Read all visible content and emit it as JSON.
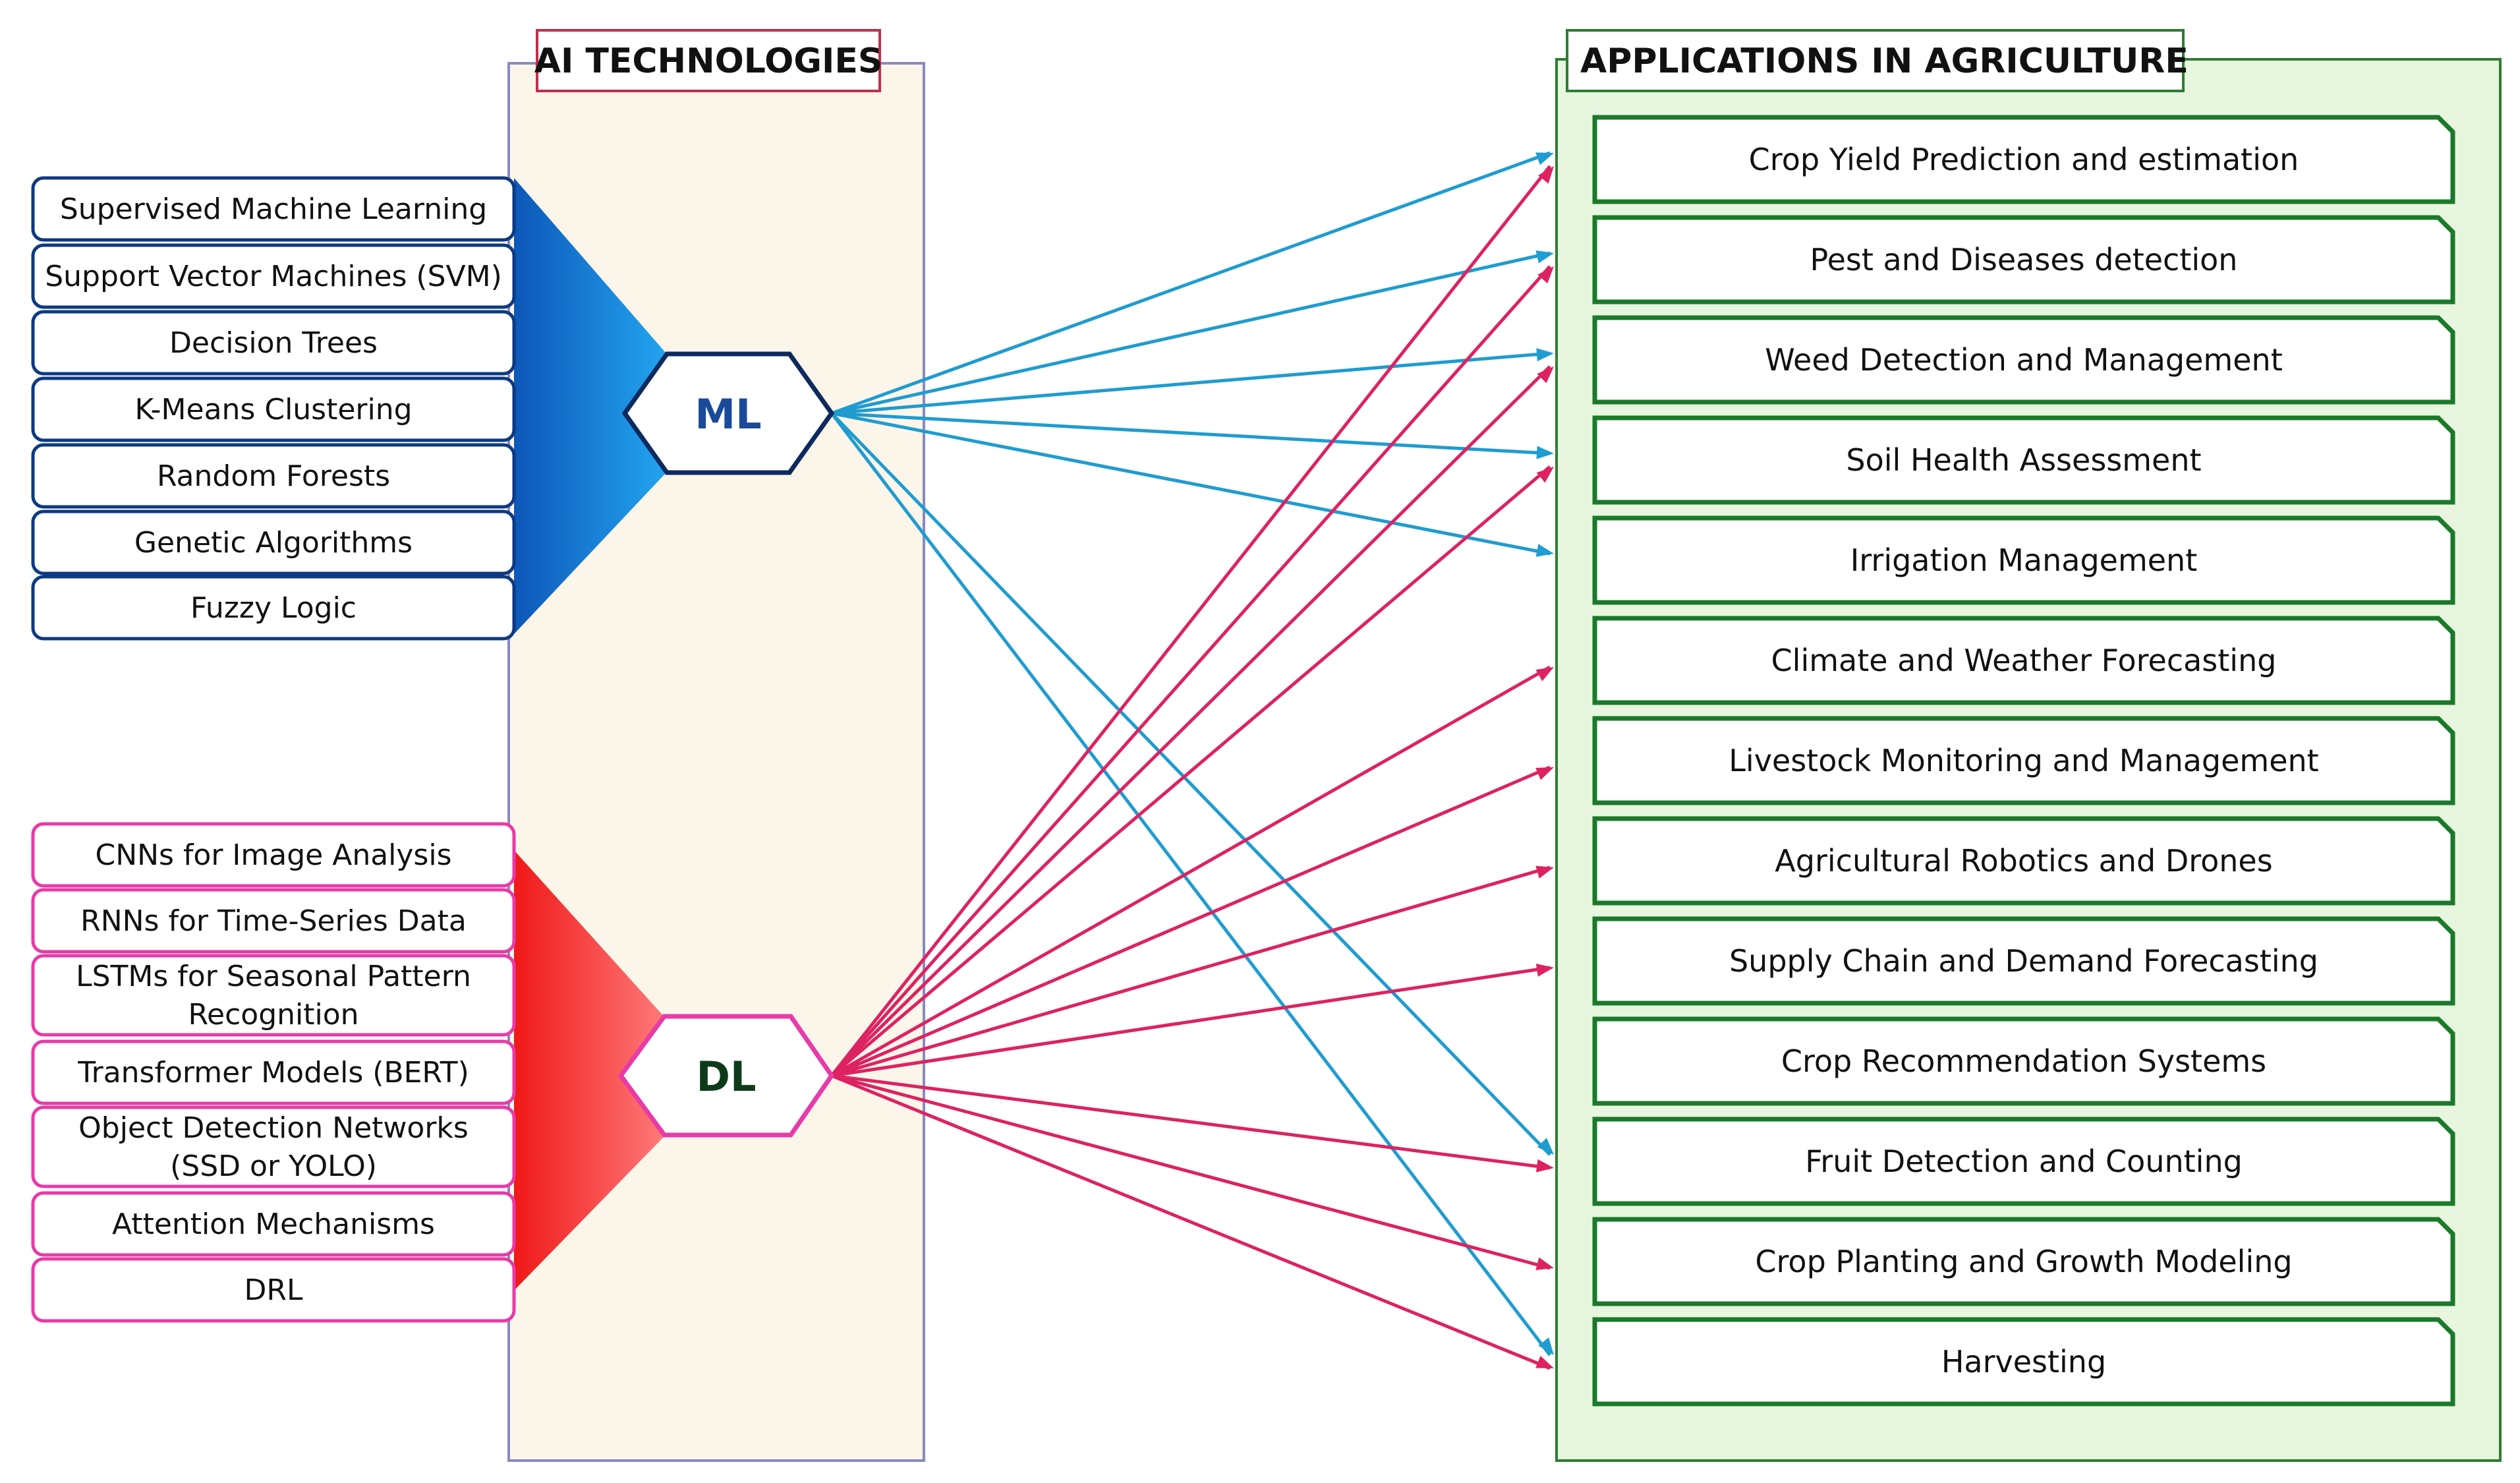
{
  "ai_panel": {
    "title": "AI TECHNOLOGIES"
  },
  "applications_panel": {
    "title": "APPLICATIONS IN AGRICULTURE"
  },
  "ml": {
    "label": "ML",
    "color": "#1565c0",
    "border": "#0d2a5e",
    "items": [
      [
        "Supervised Machine Learning"
      ],
      [
        "Support Vector Machines (SVM)"
      ],
      [
        "Decision Trees"
      ],
      [
        "K-Means Clustering"
      ],
      [
        "Random Forests"
      ],
      [
        "Genetic Algorithms"
      ],
      [
        "Fuzzy Logic"
      ]
    ],
    "arrow_color": "#1f9cd0"
  },
  "dl": {
    "label": "DL",
    "color": "#f23c3c",
    "border": "#e83aa8",
    "items": [
      [
        "CNNs for Image Analysis"
      ],
      [
        "RNNs for Time-Series Data"
      ],
      [
        "LSTMs for Seasonal Pattern",
        "Recognition"
      ],
      [
        "Transformer Models (BERT)"
      ],
      [
        "Object Detection Networks",
        "(SSD or YOLO)"
      ],
      [
        "Attention Mechanisms"
      ],
      [
        "DRL"
      ]
    ],
    "arrow_color": "#dd2262"
  },
  "applications": [
    "Crop Yield Prediction and estimation",
    "Pest and Diseases detection",
    "Weed Detection and Management",
    "Soil Health Assessment",
    "Irrigation Management",
    "Climate and Weather Forecasting",
    "Livestock Monitoring and Management",
    "Agricultural Robotics and Drones",
    "Supply Chain and Demand Forecasting",
    "Crop Recommendation Systems",
    "Fruit Detection and Counting",
    "Crop Planting and Growth Modeling",
    "Harvesting"
  ],
  "connections": {
    "ml": [
      0,
      1,
      2,
      3,
      4,
      10,
      12
    ],
    "dl": [
      0,
      1,
      2,
      3,
      5,
      6,
      7,
      8,
      10,
      11,
      12
    ]
  },
  "colors": {
    "app_border": "#1a7a2a",
    "app_panel_bg": "#e8f6df",
    "app_panel_border": "#2e7d32",
    "ai_panel_bg": "#fcf6ea",
    "ai_panel_border": "#8a8ac0",
    "title_border": "#c0304a"
  }
}
